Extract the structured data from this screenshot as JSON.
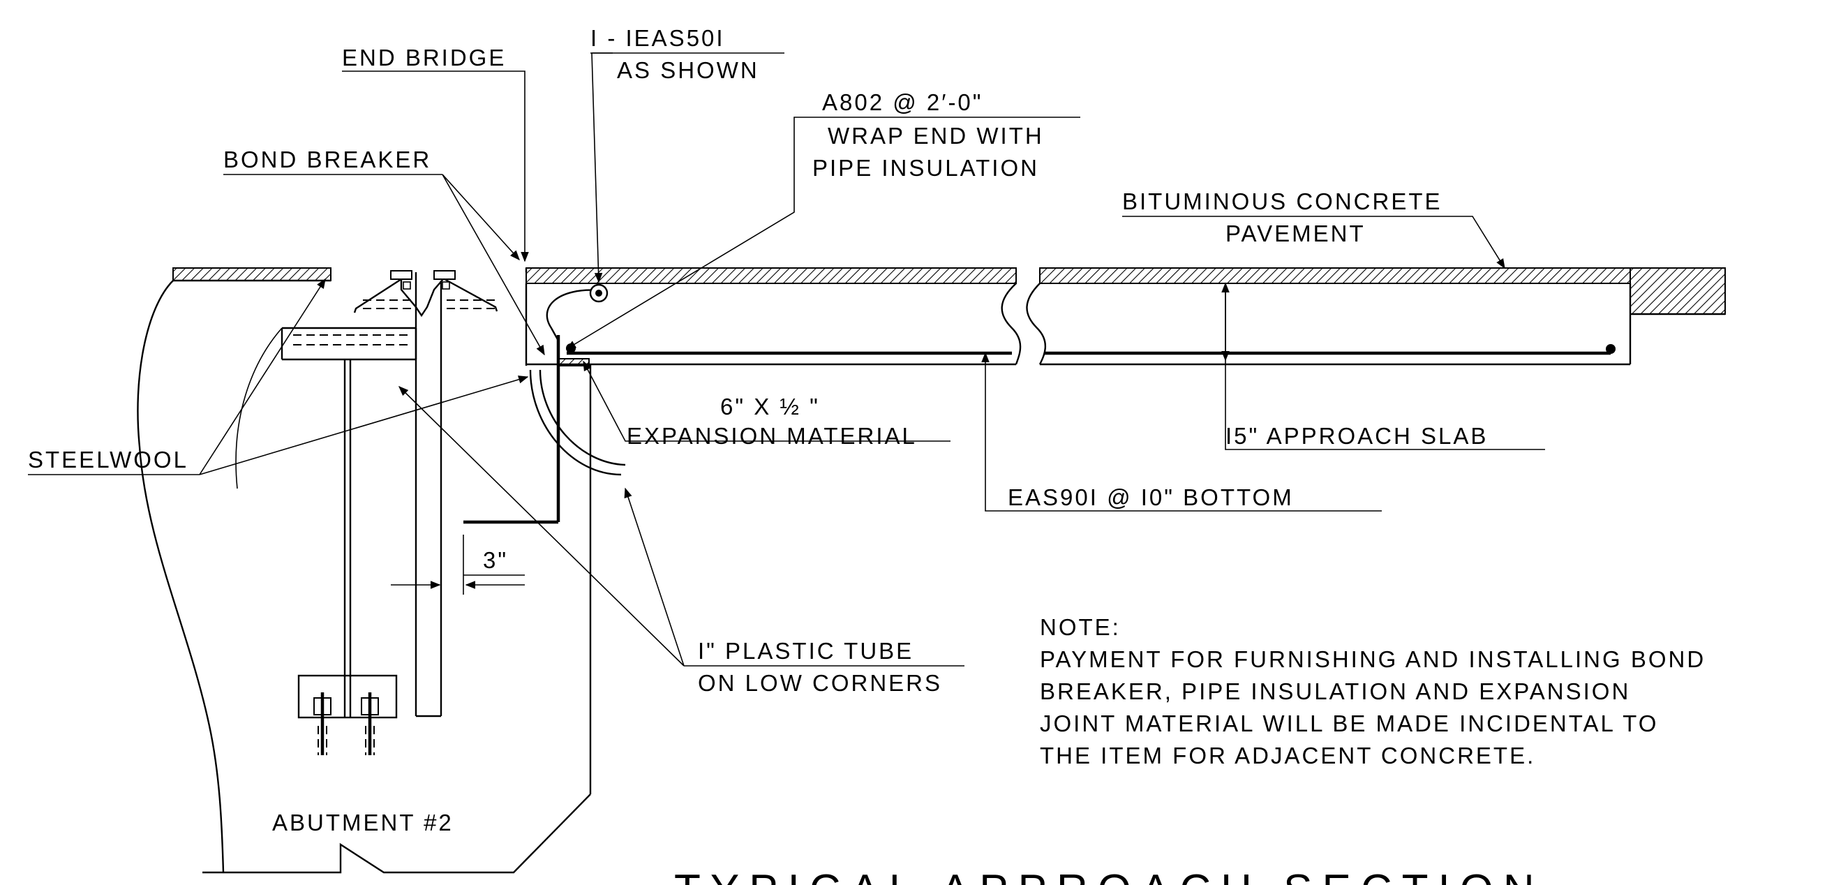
{
  "labels": {
    "end_bridge": "END BRIDGE",
    "iea_top": "I - IEAS50I",
    "iea_bottom": "AS SHOWN",
    "a802_top": "A802 @ 2′-0\"",
    "a802_mid": "WRAP END WITH",
    "a802_bot": "PIPE INSULATION",
    "bond_breaker": "BOND BREAKER",
    "bituminous_top": "BITUMINOUS CONCRETE",
    "bituminous_bot": "PAVEMENT",
    "steelwool": "STEELWOOL",
    "expansion_top": "6\" X ½ \"",
    "expansion_bot": "EXPANSION MATERIAL",
    "approach_slab": "I5\" APPROACH SLAB",
    "eas901": "EAS90I @ I0\" BOTTOM",
    "dim_3": "3\"",
    "plastic_tube_top": "I\" PLASTIC TUBE",
    "plastic_tube_bot": "ON LOW CORNERS",
    "abutment": "ABUTMENT #2",
    "section_title": "TYPICAL APPROACH SECTION"
  },
  "note": {
    "heading": "NOTE:",
    "lines": [
      "PAYMENT FOR FURNISHING AND INSTALLING BOND",
      "BREAKER, PIPE INSULATION AND EXPANSION",
      "JOINT MATERIAL WILL BE MADE INCIDENTAL TO",
      "THE ITEM FOR ADJACENT CONCRETE."
    ]
  },
  "colors": {
    "line": "#000000",
    "background": "#ffffff"
  }
}
